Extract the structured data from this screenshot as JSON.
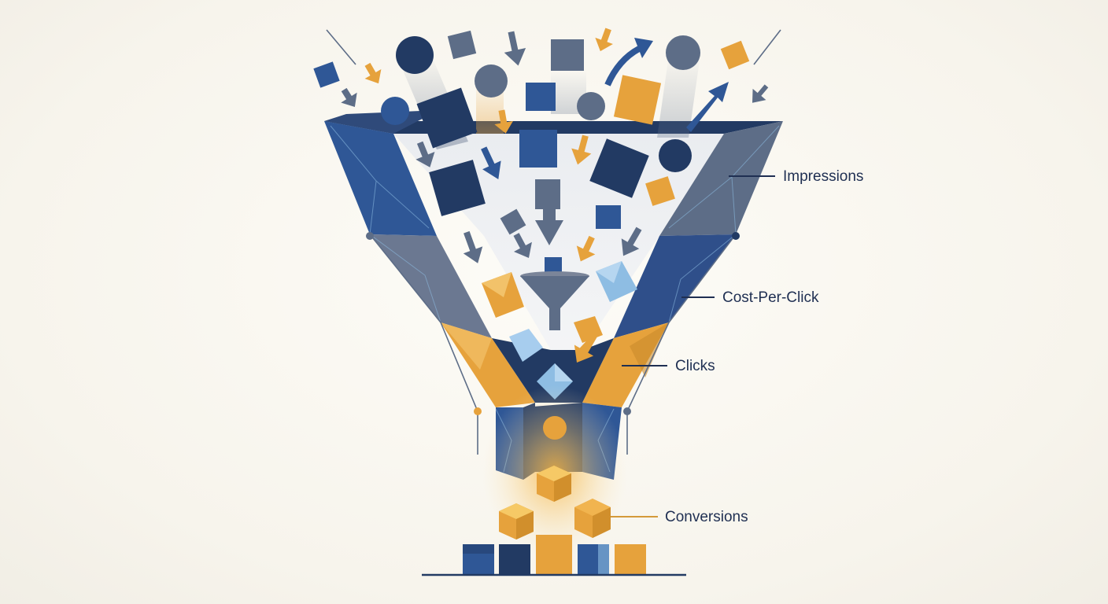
{
  "labels": {
    "impressions": "Impressions",
    "cost_per_click": "Cost-Per-Click",
    "clicks": "Clicks",
    "conversions": "Conversions"
  },
  "colors": {
    "navy": "#223a63",
    "blue": "#2f5796",
    "slate": "#5d6d87",
    "slate_light": "#8896ab",
    "gold": "#e6a23c",
    "gold_light": "#f2c26a",
    "sky": "#8ebde3",
    "label_text": "#1f2f52",
    "leader_line": "#1f2f52",
    "leader_line_gold": "#d49a3a"
  },
  "icons": [
    "circle-icon",
    "square-icon",
    "arrow-down-icon",
    "arrow-up-icon",
    "diamond-icon",
    "cube-icon",
    "mini-funnel-icon"
  ]
}
